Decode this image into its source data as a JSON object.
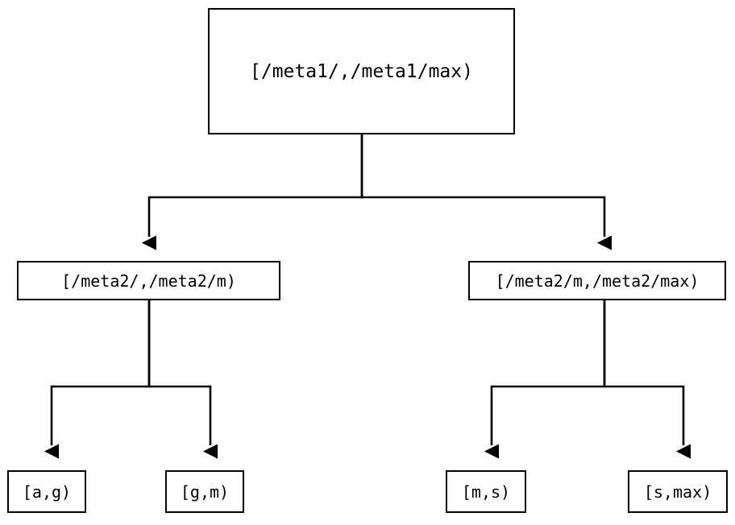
{
  "diagram": {
    "type": "tree",
    "title": "",
    "orientation": "top-down",
    "edge_style": "orthogonal-with-arrowheads",
    "colors": {
      "background": "#ffffff",
      "node_border": "#000000",
      "node_fill": "#ffffff",
      "edge": "#000000",
      "text": "#000000"
    },
    "nodes": {
      "root": {
        "label": "[/meta1/,/meta1/max)"
      },
      "mid_left": {
        "label": "[/meta2/,/meta2/m)"
      },
      "mid_right": {
        "label": "[/meta2/m,/meta2/max)"
      },
      "leaf_ag": {
        "label": "[a,g)"
      },
      "leaf_gm": {
        "label": "[g,m)"
      },
      "leaf_ms": {
        "label": "[m,s)"
      },
      "leaf_smax": {
        "label": "[s,max)"
      }
    },
    "edges": [
      {
        "from": "root",
        "to": "mid_left"
      },
      {
        "from": "root",
        "to": "mid_right"
      },
      {
        "from": "mid_left",
        "to": "leaf_ag"
      },
      {
        "from": "mid_left",
        "to": "leaf_gm"
      },
      {
        "from": "mid_right",
        "to": "leaf_ms"
      },
      {
        "from": "mid_right",
        "to": "leaf_smax"
      }
    ]
  }
}
